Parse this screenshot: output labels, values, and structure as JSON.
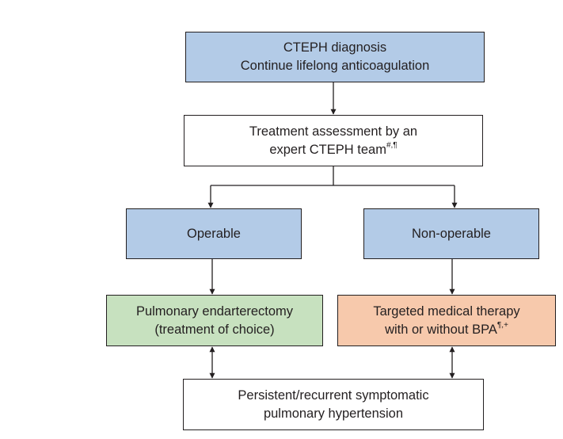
{
  "nodes": {
    "diagnosis": {
      "line1": "CTEPH diagnosis",
      "line2": "Continue lifelong anticoagulation",
      "color": "#b3cbe7"
    },
    "assessment": {
      "line1": "Treatment assessment by an",
      "line2": "expert CTEPH team",
      "sup": "#,¶",
      "color": "#ffffff"
    },
    "operable": {
      "line1": "Operable",
      "color": "#b3cbe7"
    },
    "nonoperable": {
      "line1": "Non-operable",
      "color": "#b3cbe7"
    },
    "pea": {
      "line1": "Pulmonary endarterectomy",
      "line2": "(treatment of choice)",
      "color": "#c7e1bf"
    },
    "therapy": {
      "line1": "Targeted medical therapy",
      "line2": "with or without BPA",
      "sup": "¶,+",
      "color": "#f7c9ac"
    },
    "persistent": {
      "line1": "Persistent/recurrent symptomatic",
      "line2": "pulmonary hypertension",
      "color": "#ffffff"
    }
  },
  "edges": [
    {
      "from": "diagnosis",
      "to": "assessment",
      "direction": "forward"
    },
    {
      "from": "assessment",
      "to": "operable",
      "direction": "forward"
    },
    {
      "from": "assessment",
      "to": "nonoperable",
      "direction": "forward"
    },
    {
      "from": "operable",
      "to": "pea",
      "direction": "forward"
    },
    {
      "from": "nonoperable",
      "to": "therapy",
      "direction": "forward"
    },
    {
      "from": "pea",
      "to": "persistent",
      "direction": "both"
    },
    {
      "from": "therapy",
      "to": "persistent",
      "direction": "both"
    }
  ]
}
